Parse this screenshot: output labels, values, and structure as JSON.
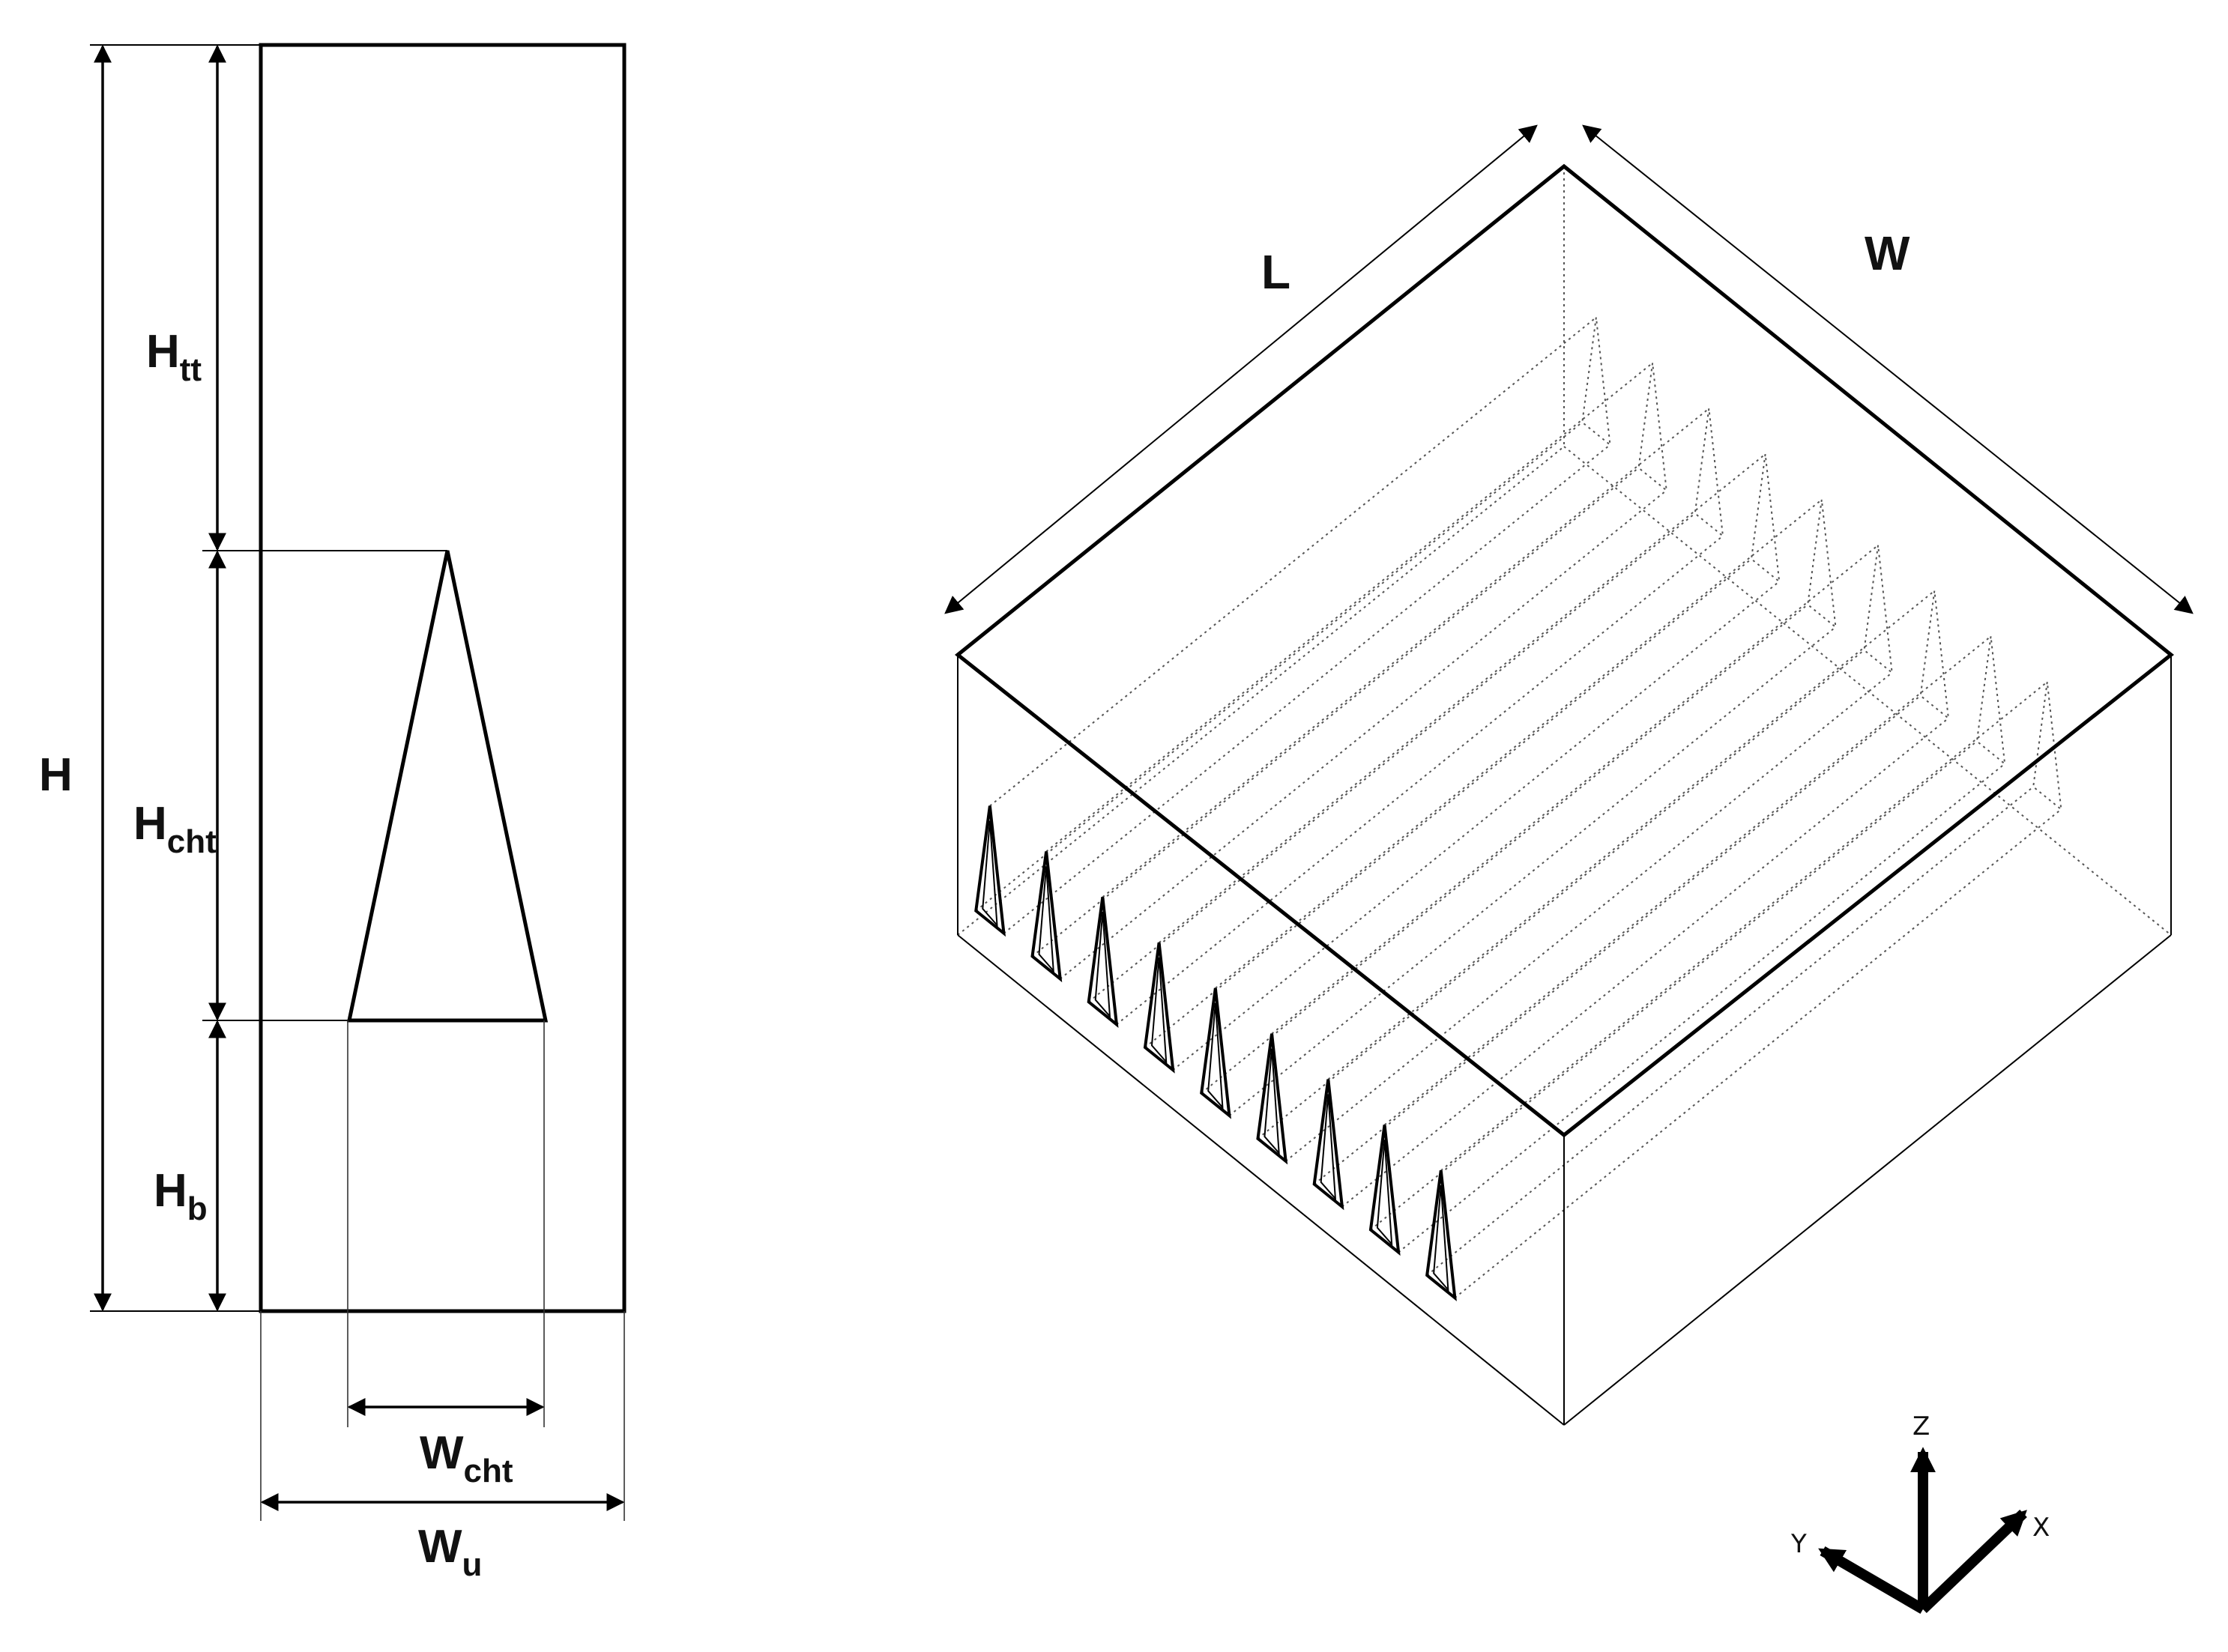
{
  "cross_section": {
    "labels": {
      "total_height": "H",
      "top_height_main": "H",
      "top_height_sub": "tt",
      "tube_height_main": "H",
      "tube_height_sub": "cht",
      "base_height_main": "H",
      "base_height_sub": "b",
      "tube_width_main": "W",
      "tube_width_sub": "cht",
      "unit_width_main": "W",
      "unit_width_sub": "u"
    }
  },
  "isometric": {
    "labels": {
      "length": "L",
      "width": "W"
    },
    "channel_count": 9
  },
  "axes": {
    "z": "Z",
    "x": "X",
    "y": "Y"
  },
  "colors": {
    "line": "#000000",
    "hidden_line": "#555555",
    "background": "#ffffff"
  }
}
